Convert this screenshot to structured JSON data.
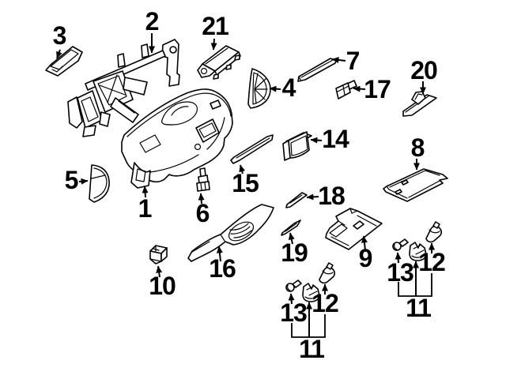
{
  "diagram": {
    "type": "exploded-parts-line-diagram",
    "background_color": "#ffffff",
    "line_color": "#000000",
    "label_color": "#000000",
    "callouts": [
      {
        "ref": "3"
      },
      {
        "ref": "2"
      },
      {
        "ref": "21"
      },
      {
        "ref": "7"
      },
      {
        "ref": "4"
      },
      {
        "ref": "17"
      },
      {
        "ref": "20"
      },
      {
        "ref": "8"
      },
      {
        "ref": "5"
      },
      {
        "ref": "1"
      },
      {
        "ref": "6"
      },
      {
        "ref": "15"
      },
      {
        "ref": "14"
      },
      {
        "ref": "18"
      },
      {
        "ref": "19"
      },
      {
        "ref": "9"
      },
      {
        "ref": "16"
      },
      {
        "ref": "10"
      },
      {
        "ref": "13",
        "group": "left-lamp-cluster"
      },
      {
        "ref": "12",
        "group": "left-lamp-cluster"
      },
      {
        "ref": "11",
        "group": "left-lamp-cluster"
      },
      {
        "ref": "13",
        "group": "right-lamp-cluster"
      },
      {
        "ref": "12",
        "group": "right-lamp-cluster"
      },
      {
        "ref": "11",
        "group": "right-lamp-cluster"
      }
    ]
  }
}
